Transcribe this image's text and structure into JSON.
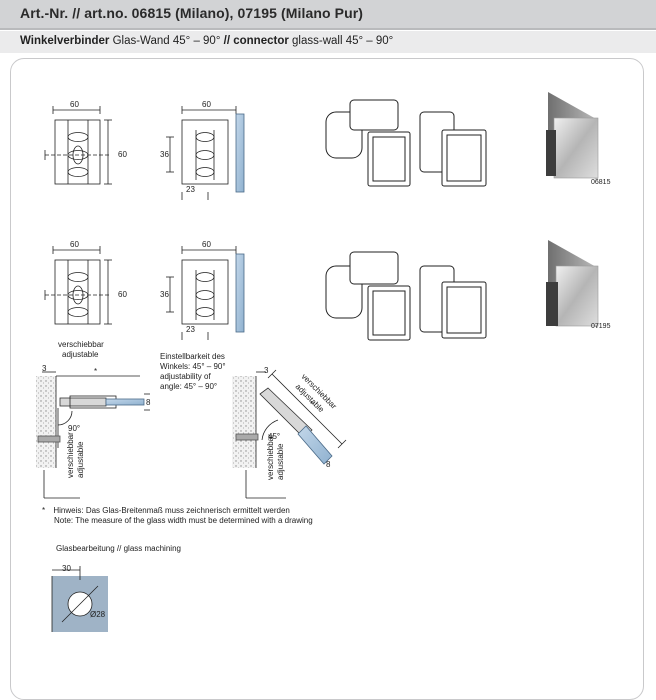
{
  "header": {
    "title": "Art.-Nr. // art.no. 06815 (Milano), 07195 (Milano Pur)"
  },
  "subheader": {
    "title_de_bold": "Winkelverbinder",
    "title_de": "Glas-Wand 45° – 90°",
    "separator": "//",
    "title_en_bold": "connector",
    "title_en": "glass-wall 45° – 90°"
  },
  "dimensions": {
    "width": "60",
    "height": "60",
    "offset": "36",
    "depth": "23",
    "glass_gap": "8",
    "wall_gap": "3",
    "star": "*",
    "angle_90": "90°",
    "angle_45": "45°",
    "hole_diameter": "Ø28",
    "hole_edge": "30"
  },
  "products": [
    {
      "art_no": "06815"
    },
    {
      "art_no": "07195"
    }
  ],
  "labels": {
    "adjustable_top": "verschiebbar adjustable",
    "adjustable_de": "verschiebbar",
    "adjustable_en": "adjustable",
    "angle_de_1": "Einstellbarkeit des",
    "angle_de_2": "Winkels: 45° – 90°",
    "angle_en_1": "adjustability of",
    "angle_en_2": "angle: 45° – 90°"
  },
  "notes": {
    "bullet": "*",
    "hint_de": "Hinweis: Das Glas-Breitenmaß muss zeichnerisch ermittelt werden",
    "hint_en": "Note: The measure of the glass width must be determined with a drawing"
  },
  "machining": {
    "title": "Glasbearbeitung // glass machining"
  }
}
